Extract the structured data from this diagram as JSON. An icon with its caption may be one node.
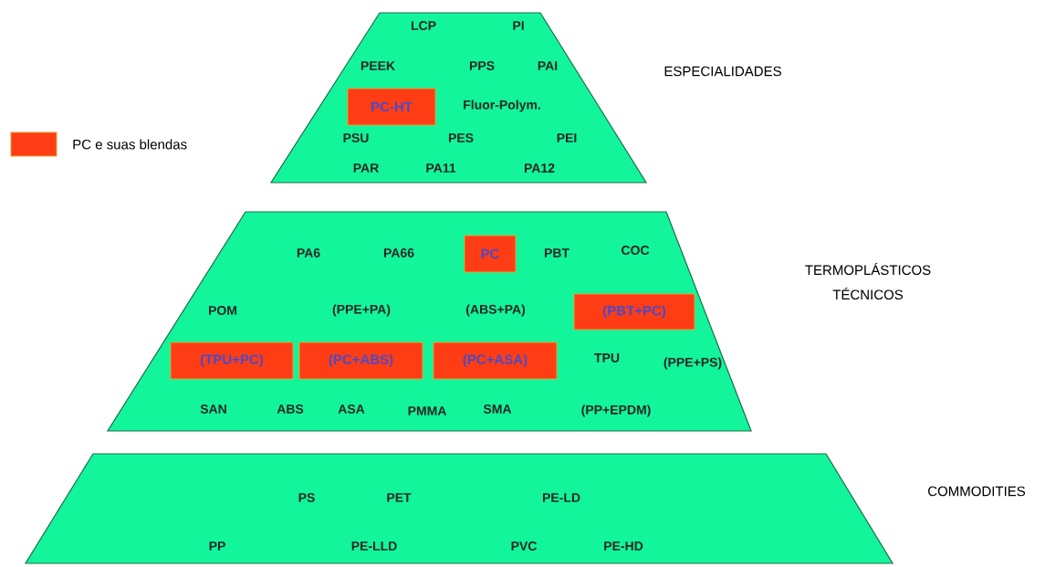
{
  "diagram": {
    "nodes": [
      {
        "text": [
          "LCP",
          "PI",
          "PEEK",
          "PPS",
          "PAI",
          "Fluor-Polym.",
          "PSU",
          "PES",
          "PEI",
          "PAR",
          "PA11",
          "PA12"
        ],
        "beside": [
          "ESPECIALIDADES"
        ]
      },
      {
        "text": [
          "PC-HT"
        ],
        "in": 0
      },
      {
        "text": [
          "PA6",
          "PA66",
          "PBT",
          "COC",
          "POM",
          "(PPE+PA)",
          "(ABS+PA)",
          "TPU",
          "(PPE+PS)",
          "SAN",
          "ABS",
          "ASA",
          "PMMA",
          "SMA",
          "(PP+EPDM)"
        ],
        "beside": [
          "TERMOPLÁSTICOS TÉCNICOS"
        ]
      },
      {
        "text": [
          "PC"
        ],
        "in": 2
      },
      {
        "text": [
          "(PBT+PC)"
        ],
        "in": 2
      },
      {
        "text": [
          "(TPU+PC)"
        ],
        "in": 2
      },
      {
        "text": [
          "(PC+ABS)"
        ],
        "in": 2
      },
      {
        "text": [
          "(PC+ASA)"
        ],
        "in": 2
      },
      {
        "text": [
          "PS",
          "PET",
          "PE-LD",
          "PP",
          "PE-LLD",
          "PVC",
          "PE-HD"
        ],
        "beside": [
          "COMMODITIES"
        ]
      }
    ],
    "legend": [
      {
        "text": "PC e suas blendas",
        "color": "#ff3d14"
      }
    ]
  }
}
